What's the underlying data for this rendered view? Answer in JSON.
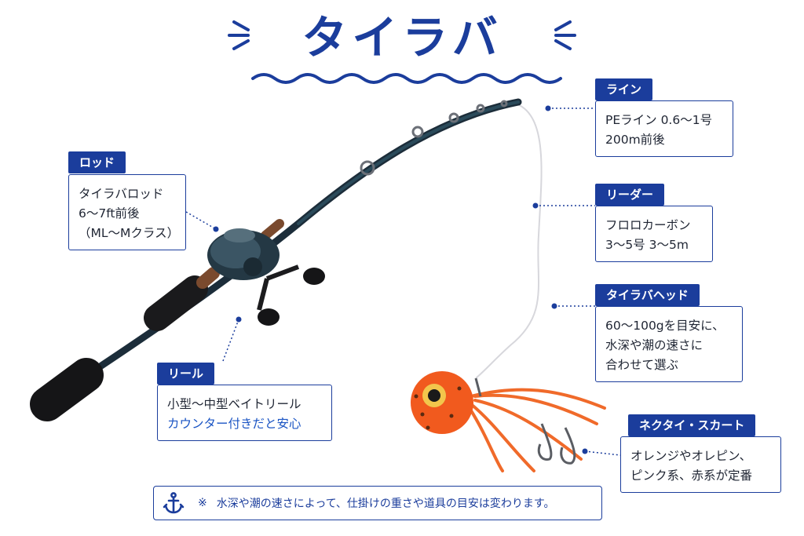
{
  "title": "タイラバ",
  "labels": {
    "rod": {
      "tag": "ロッド",
      "lines": [
        "タイラバロッド",
        "6〜7ft前後",
        "（ML〜Mクラス）"
      ]
    },
    "reel": {
      "tag": "リール",
      "lines": [
        "小型〜中型ベイトリール",
        "カウンター付きだと安心"
      ]
    },
    "line": {
      "tag": "ライン",
      "lines": [
        "PEライン 0.6〜1号",
        "200m前後"
      ]
    },
    "leader": {
      "tag": "リーダー",
      "lines": [
        "フロロカーボン",
        "3〜5号  3〜5m"
      ]
    },
    "head": {
      "tag": "タイラバヘッド",
      "lines": [
        "60〜100gを目安に、",
        "水深や潮の速さに",
        "合わせて選ぶ"
      ]
    },
    "skirt": {
      "tag": "ネクタイ・スカート",
      "lines": [
        "オレンジやオレピン、",
        "ピンク系、赤系が定番"
      ]
    }
  },
  "note": {
    "icon": "anchor-icon",
    "mark": "※",
    "text": "水深や潮の速さによって、仕掛けの重さや道具の目安は変わります。"
  },
  "colors": {
    "accent": "#1b3d9c",
    "highlight": "#1b55c4",
    "rod": "#1c2d3a",
    "lure": "#f15a1e"
  }
}
